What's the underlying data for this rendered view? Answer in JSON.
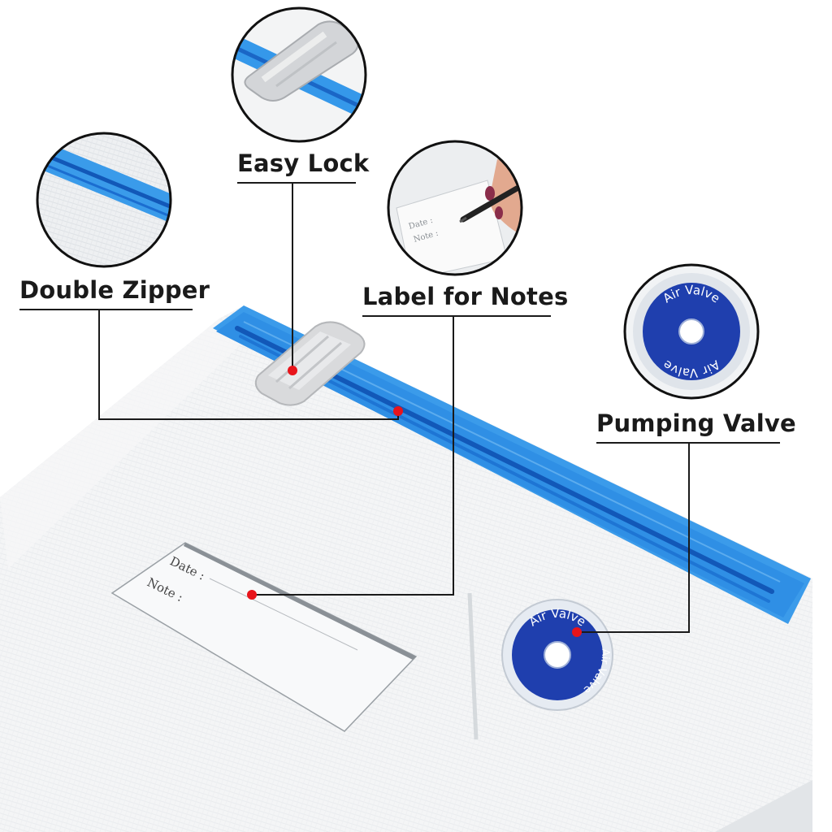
{
  "callouts": {
    "easy_lock": "Easy Lock",
    "double_zipper": "Double Zipper",
    "label_for_notes": "Label for Notes",
    "pumping_valve": "Pumping Valve"
  },
  "bag_label": {
    "date": "Date :",
    "note": "Note :"
  },
  "valve_text": "Air Valve",
  "colors": {
    "zipper_blue": "#2a8fe6",
    "zipper_dark": "#1762c4",
    "valve_blue": "#1e3fb0",
    "marker_red": "#e8141b",
    "bag_white": "#eef1f3"
  },
  "icons": [
    "easy-lock-clip",
    "double-zipper",
    "label-note-writing",
    "air-valve"
  ]
}
